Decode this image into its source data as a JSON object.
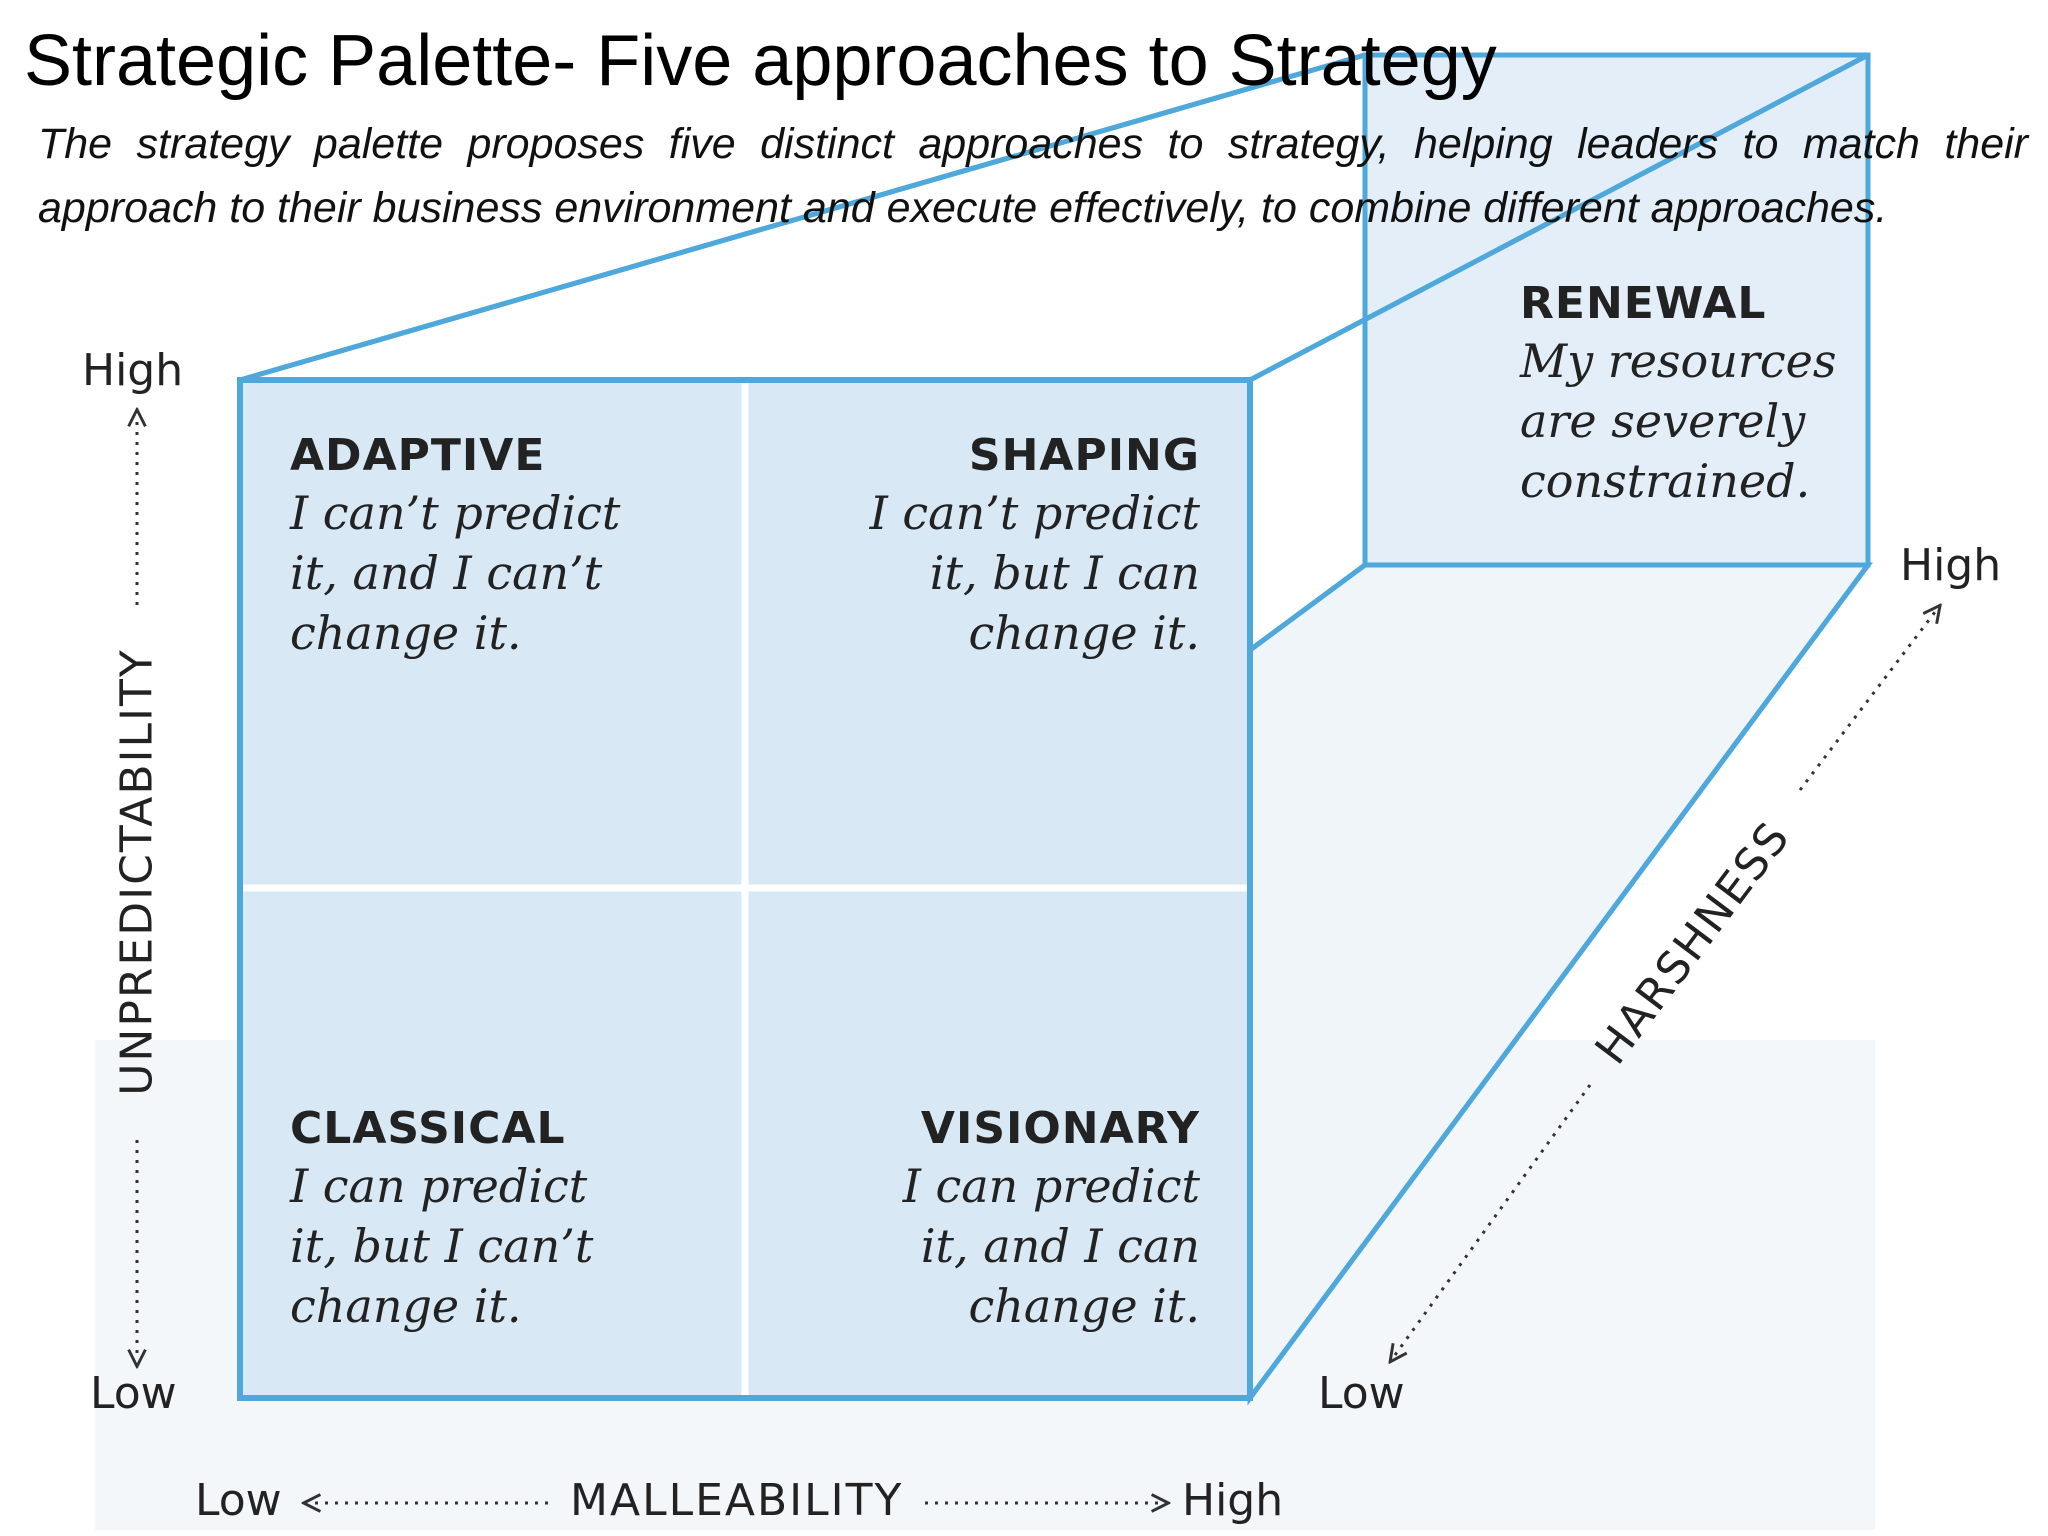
{
  "title": "Strategic Palette- Five approaches to Strategy",
  "subtitle": "The strategy palette proposes five distinct approaches to strategy, helping leaders to match their approach to their business environment and execute effectively, to combine different approaches.",
  "quadrants": {
    "adaptive": {
      "name": "ADAPTIVE",
      "lines": [
        "I can’t predict",
        "it, and I can’t",
        "change it."
      ]
    },
    "shaping": {
      "name": "SHAPING",
      "lines": [
        "I can’t predict",
        "it, but I can",
        "change it."
      ]
    },
    "classical": {
      "name": "CLASSICAL",
      "lines": [
        "I can predict",
        "it, but I can’t",
        "change it."
      ]
    },
    "visionary": {
      "name": "VISIONARY",
      "lines": [
        "I can predict",
        "it, and I can",
        "change it."
      ]
    },
    "renewal": {
      "name": "RENEWAL",
      "lines": [
        "My resources",
        "are severely",
        "constrained."
      ]
    }
  },
  "axes": {
    "unpredictability": {
      "name": "UNPREDICTABILITY",
      "high": "High",
      "low": "Low"
    },
    "malleability": {
      "name": "MALLEABILITY",
      "high": "High",
      "low": "Low"
    },
    "harshness": {
      "name": "HARSHNESS",
      "high": "High",
      "low": "Low"
    }
  },
  "colors": {
    "frame": "#4ea8dc",
    "panel": "#d9e8f5",
    "panel_light": "#e8f1f9",
    "text": "#222222"
  }
}
